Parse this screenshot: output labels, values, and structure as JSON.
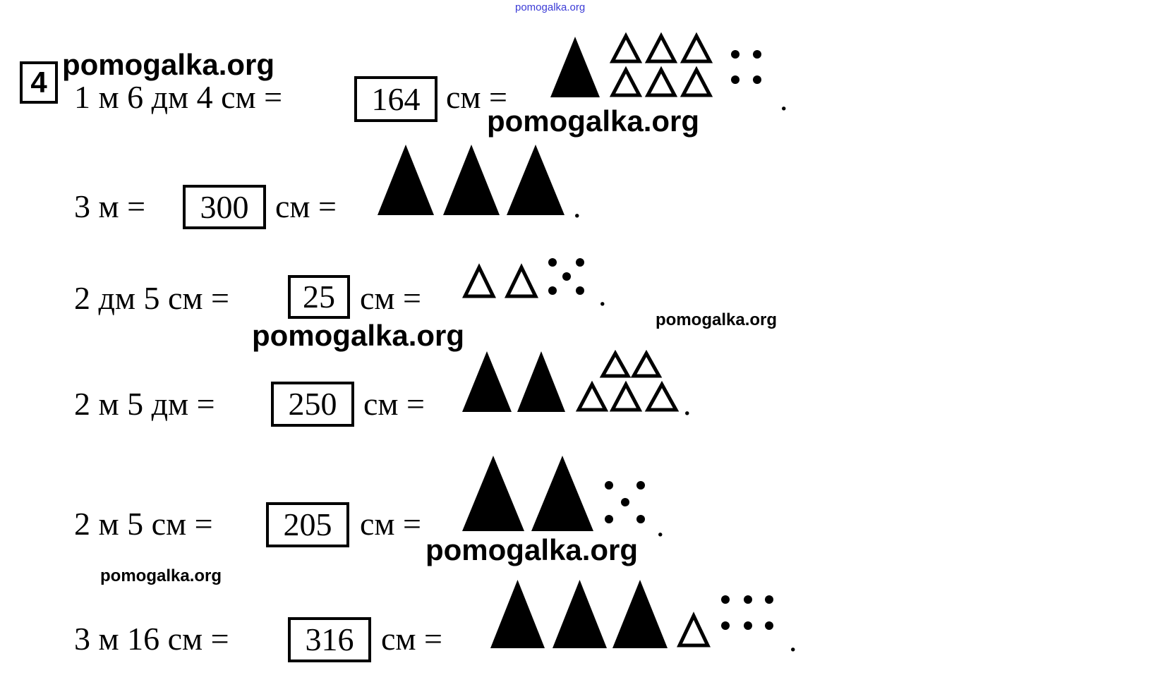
{
  "task_number": "4",
  "watermark": "pomogalka.org",
  "rows": [
    {
      "expr": "1 м 6 дм 4 см =",
      "answer": "164",
      "unit": "см =",
      "meters": 1,
      "decimeters": 6,
      "centimeters": 4,
      "end": "."
    },
    {
      "expr": "3 м =",
      "answer": "300",
      "unit": "см =",
      "meters": 3,
      "decimeters": 0,
      "centimeters": 0,
      "end": "."
    },
    {
      "expr": "2 дм 5 см =",
      "answer": "25",
      "unit": "см =",
      "meters": 0,
      "decimeters": 2,
      "centimeters": 5,
      "end": "."
    },
    {
      "expr": "2 м 5 дм =",
      "answer": "250",
      "unit": "см =",
      "meters": 2,
      "decimeters": 5,
      "centimeters": 0,
      "end": "."
    },
    {
      "expr": "2 м 5 см =",
      "answer": "205",
      "unit": "см =",
      "meters": 2,
      "decimeters": 0,
      "centimeters": 5,
      "end": "."
    },
    {
      "expr": "3 м 16 см =",
      "answer": "316",
      "unit": "см =",
      "meters": 3,
      "decimeters": 1,
      "centimeters": 6,
      "end": "."
    }
  ]
}
